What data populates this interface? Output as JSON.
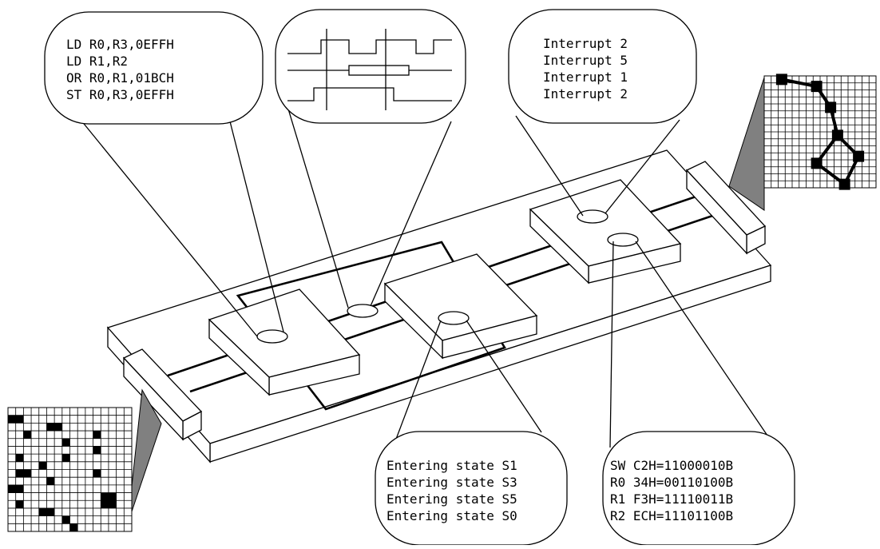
{
  "callouts": {
    "assembly": [
      "LD R0,R3,0EFFH",
      "LD R1,R2",
      "OR R0,R1,01BCH",
      "ST R0,R3,0EFFH"
    ],
    "interrupts": [
      "Interrupt 2",
      "Interrupt 5",
      "Interrupt 1",
      "Interrupt 2"
    ],
    "states": [
      "Entering state S1",
      "Entering state S3",
      "Entering state S5",
      "Entering state S0"
    ],
    "registers": [
      "SW C2H=11000010B",
      "R0 34H=00110100B",
      "R1 F3H=11110011B",
      "R2 ECH=11101100B"
    ]
  },
  "grids": {
    "left": {
      "cells": 16,
      "filled": [
        [
          1,
          2
        ],
        [
          2,
          2
        ],
        [
          3,
          4
        ],
        [
          6,
          3
        ],
        [
          7,
          3
        ],
        [
          8,
          5
        ],
        [
          12,
          6
        ],
        [
          12,
          4
        ],
        [
          2,
          7
        ],
        [
          8,
          7
        ],
        [
          5,
          8
        ],
        [
          2,
          9
        ],
        [
          3,
          9
        ],
        [
          6,
          10
        ],
        [
          12,
          9
        ],
        [
          1,
          11
        ],
        [
          2,
          11
        ],
        [
          13,
          12
        ],
        [
          14,
          12
        ],
        [
          13,
          13
        ],
        [
          14,
          13
        ],
        [
          2,
          13
        ],
        [
          5,
          14
        ],
        [
          6,
          14
        ],
        [
          8,
          15
        ],
        [
          9,
          16
        ]
      ]
    },
    "right": {
      "cells": 16,
      "nodes": [
        [
          3,
          1
        ],
        [
          8,
          2
        ],
        [
          10,
          5
        ],
        [
          11,
          9
        ],
        [
          8,
          13
        ],
        [
          14,
          12
        ],
        [
          12,
          16
        ]
      ],
      "edges": [
        [
          0,
          1
        ],
        [
          1,
          2
        ],
        [
          2,
          3
        ],
        [
          3,
          4
        ],
        [
          3,
          5
        ],
        [
          5,
          6
        ],
        [
          4,
          6
        ]
      ]
    }
  }
}
